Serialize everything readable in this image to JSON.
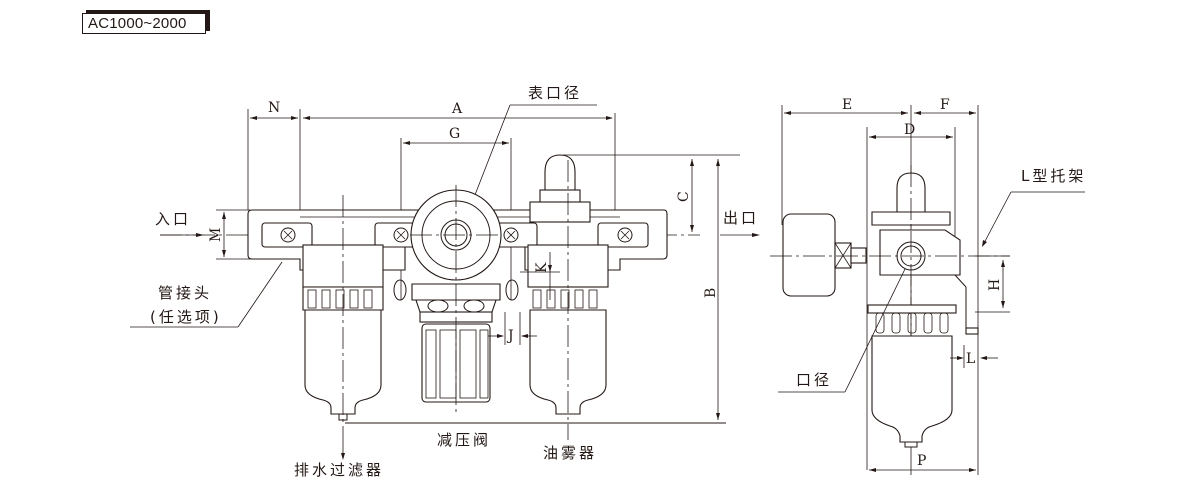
{
  "model": "AC1000~2000",
  "dimensions": {
    "A": "A",
    "B": "B",
    "C": "C",
    "D": "D",
    "E": "E",
    "F": "F",
    "G": "G",
    "H": "H",
    "J": "J",
    "K": "K",
    "L": "L",
    "M": "M",
    "N": "N",
    "P": "P"
  },
  "labels": {
    "gauge_port": "表口径",
    "inlet": "入口",
    "outlet": "出口",
    "fitting": "管接头",
    "fitting_optional": "(任选项)",
    "drain_filter": "排水过滤器",
    "pressure_reducer": "减压阀",
    "lubricator": "油雾器",
    "bracket": "L型托架",
    "port_size": "口径"
  },
  "colors": {
    "line": "#231815",
    "background": "#ffffff"
  }
}
